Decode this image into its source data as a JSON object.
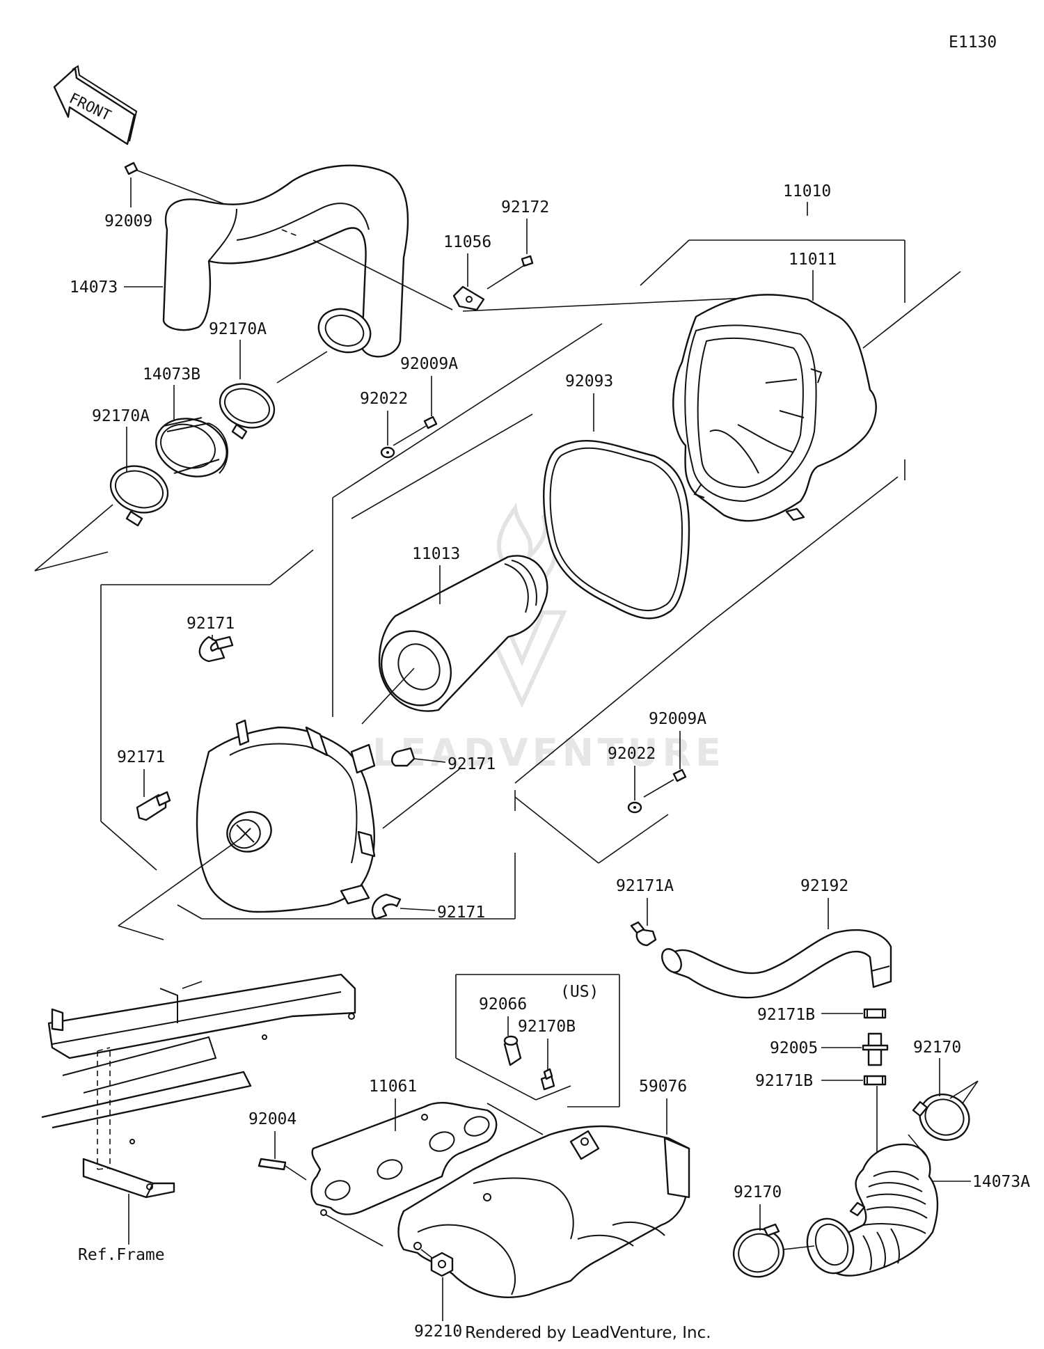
{
  "diagram_code": "E1130",
  "front_label": "FRONT",
  "ref_frame": "Ref.Frame",
  "us_note": "(US)",
  "footer": "Rendered by LeadVenture, Inc.",
  "watermark": "LEADVENTURE",
  "parts": {
    "p92009": "92009",
    "p14073": "14073",
    "p92170A_a": "92170A",
    "p14073B": "14073B",
    "p92170A_b": "92170A",
    "p92172": "92172",
    "p11056": "11056",
    "p11010": "11010",
    "p11011": "11011",
    "p92009A_a": "92009A",
    "p92022_a": "92022",
    "p92093": "92093",
    "p11013": "11013",
    "p92171_a": "92171",
    "p92171_b": "92171",
    "p92171_c": "92171",
    "p92171_d": "92171",
    "p92009A_b": "92009A",
    "p92022_b": "92022",
    "p92171A": "92171A",
    "p92192": "92192",
    "p92066": "92066",
    "p92170B": "92170B",
    "p92171B_a": "92171B",
    "p92005": "92005",
    "p92171B_b": "92171B",
    "p92170_a": "92170",
    "p11061": "11061",
    "p59076": "59076",
    "p92004": "92004",
    "p92170_b": "92170",
    "p14073A": "14073A",
    "p92210": "92210"
  }
}
